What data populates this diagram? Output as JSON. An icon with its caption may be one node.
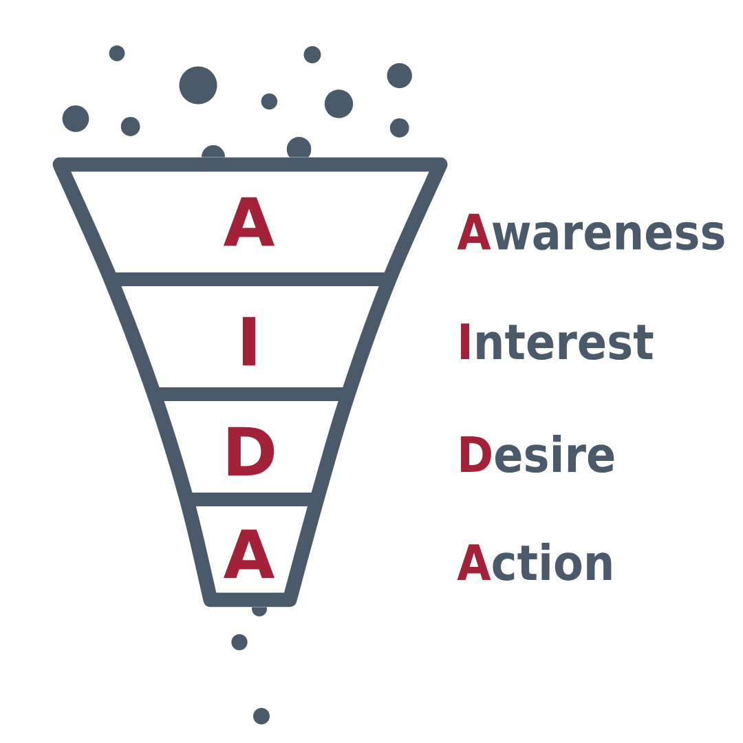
{
  "diagram": {
    "nodes": [
      {
        "text": [
          "A"
        ],
        "beside": [
          "Awareness"
        ]
      },
      {
        "text": [
          "I"
        ],
        "beside": [
          "Interest"
        ]
      },
      {
        "text": [
          "D"
        ],
        "beside": [
          "Desire"
        ]
      },
      {
        "text": [
          "A"
        ],
        "beside": [
          "Action"
        ]
      }
    ]
  }
}
